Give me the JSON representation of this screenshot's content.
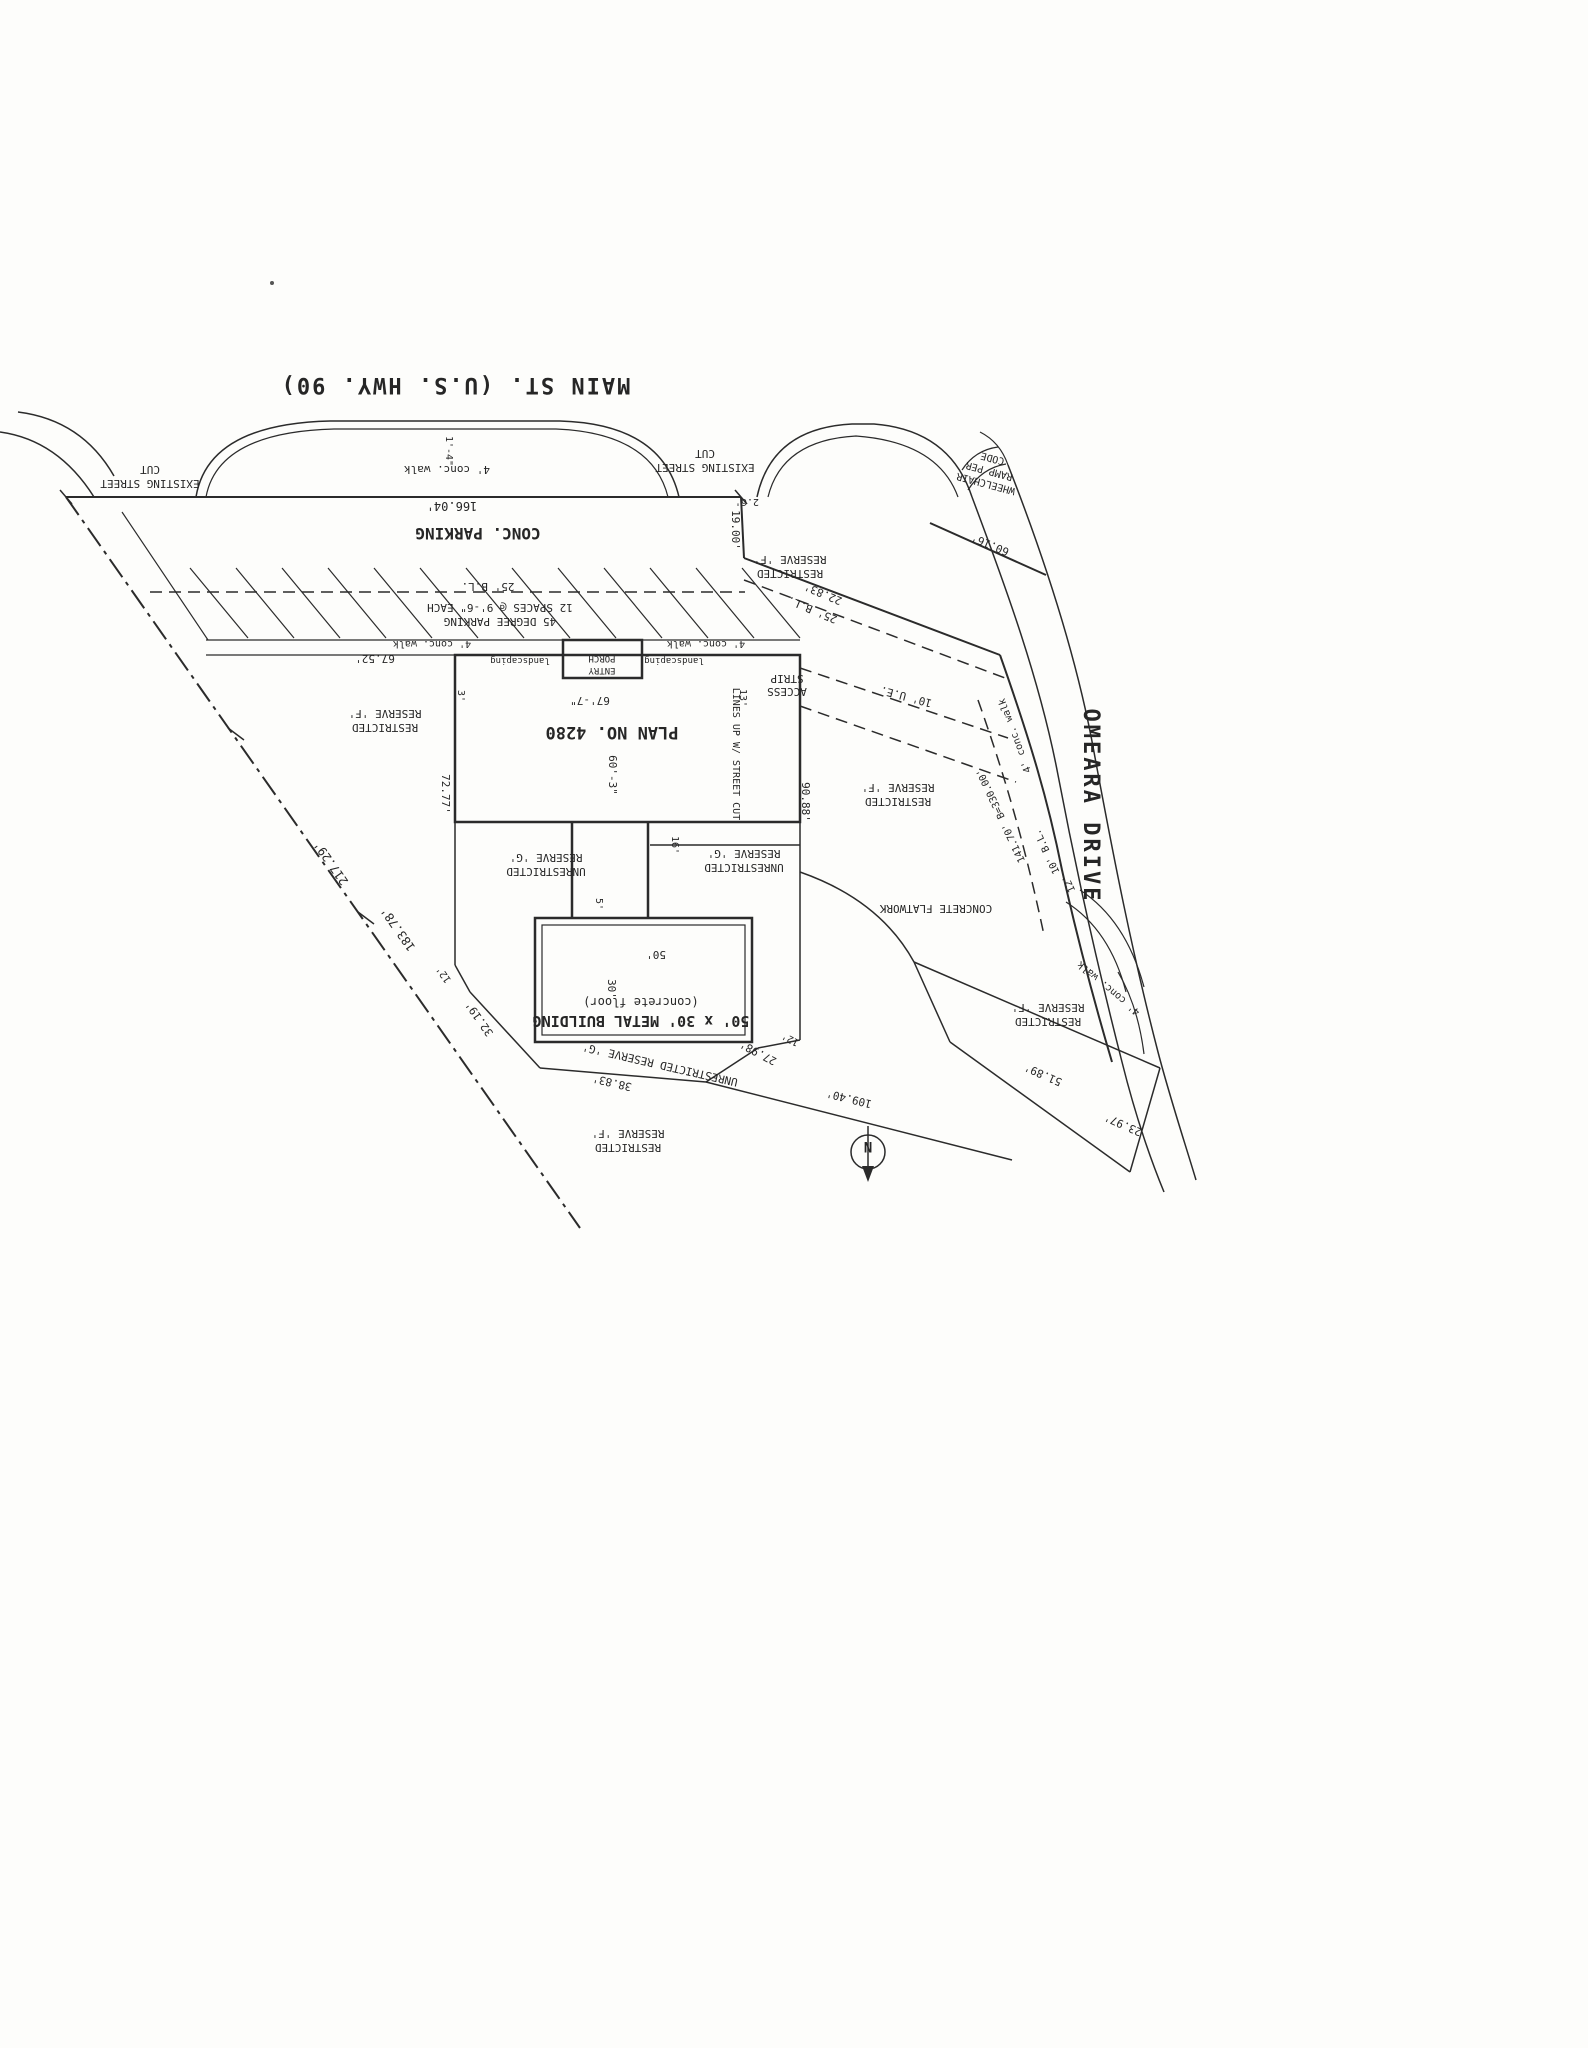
{
  "drawing": {
    "streets": {
      "main_st": "MAIN ST. (U.S. HWY. 90)",
      "omeara": "OMEARA DRIVE"
    },
    "notes": {
      "existing_street_cut": [
        "EXISTING STREET",
        "CUT"
      ],
      "wheelchair_ramp": [
        "WHEELCHAIR",
        "RAMP PER",
        "CODE"
      ],
      "conc_parking": "CONC. PARKING",
      "conc_walk": "4' conc. walk",
      "parking_note": [
        "45 DEGREE PARKING",
        "12 SPACES @ 9'-6\" EACH"
      ],
      "bl_25": "25' B.L.",
      "bl_10": "10' B.L.",
      "ue_10": "10' U.E.",
      "restricted_reserve": [
        "RESTRICTED",
        "RESERVE 'F'"
      ],
      "unrestricted_reserve": [
        "UNRESTRICTED",
        "RESERVE 'G'"
      ],
      "unrestricted_reserve_inline": "UNRESTRICTED RESERVE 'G'",
      "plan_no": "PLAN NO. 4280",
      "entry_porch": [
        "ENTRY",
        "PORCH"
      ],
      "landscaping": "landscaping",
      "lines_up": "LINES UP W/ STREET CUT",
      "access_strip": [
        "ACCESS",
        "STRIP"
      ],
      "metal_building": [
        "50' x 30' METAL BUILDING",
        "(concrete floor)"
      ],
      "concrete_flatwork": "CONCRETE FLATWORK",
      "curve_data": "141.70'  B=330.00'",
      "north": "N"
    },
    "dimensions": {
      "d166_04": "166.04'",
      "d1_4": "1'-4\"",
      "d2_6": "2.6'",
      "d19_00": "19.00'",
      "d60_16": "60.16'",
      "d22_83": "22.83'",
      "d67_52": "67.52'",
      "d13": "13'",
      "d3": "3'",
      "d67_7": "67'-7\"",
      "d60_3": "60'-3\"",
      "d90_88": "90.88'",
      "d72_77": "72.77'",
      "d16": "16'",
      "d217_29": "217.29'",
      "d183_78": "183.78'",
      "d12": "12'",
      "d50": "50'",
      "d30": "30'",
      "d5": "5'",
      "d38_83": "38.83'",
      "d27_98": "27.98'",
      "d109_40": "109.40'",
      "d51_89": "51.89'",
      "d23_97": "23.97'",
      "d32_19": "32.19'"
    }
  }
}
